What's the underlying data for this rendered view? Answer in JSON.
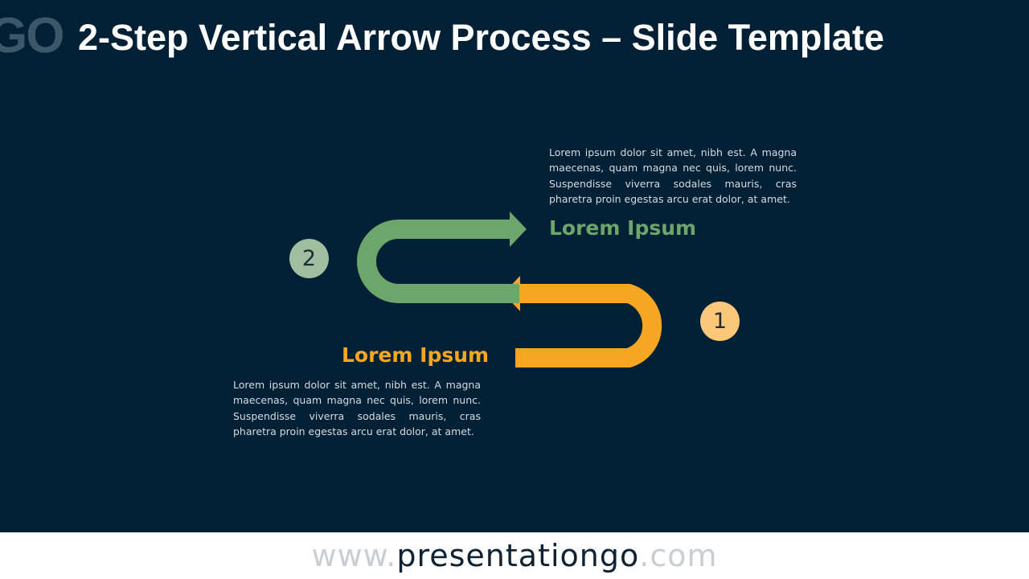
{
  "slide": {
    "title": "2-Step Vertical Arrow Process – Slide Template",
    "logo_text": "GO"
  },
  "steps": [
    {
      "number": "1",
      "heading": "Lorem Ipsum",
      "body": "Lorem ipsum dolor sit amet, nibh est. A magna maecenas, quam magna nec quis, lorem nunc. Suspendisse viverra sodales mauris, cras pharetra proin egestas arcu erat dolor, at amet.",
      "color": "#f5a623",
      "circle_color": "#fbc87a"
    },
    {
      "number": "2",
      "heading": "Lorem Ipsum",
      "body": "Lorem ipsum dolor sit amet, nibh est. A magna maecenas, quam magna nec quis, lorem nunc. Suspendisse viverra sodales mauris, cras pharetra proin egestas arcu erat dolor, at amet.",
      "color": "#6ca66a",
      "circle_color": "#9fbf9f"
    }
  ],
  "footer": {
    "prefix": "www.",
    "main": "presentationgo",
    "suffix": ".com"
  },
  "colors": {
    "background": "#002035",
    "title": "#ffffff",
    "footer_background": "#ffffff"
  }
}
